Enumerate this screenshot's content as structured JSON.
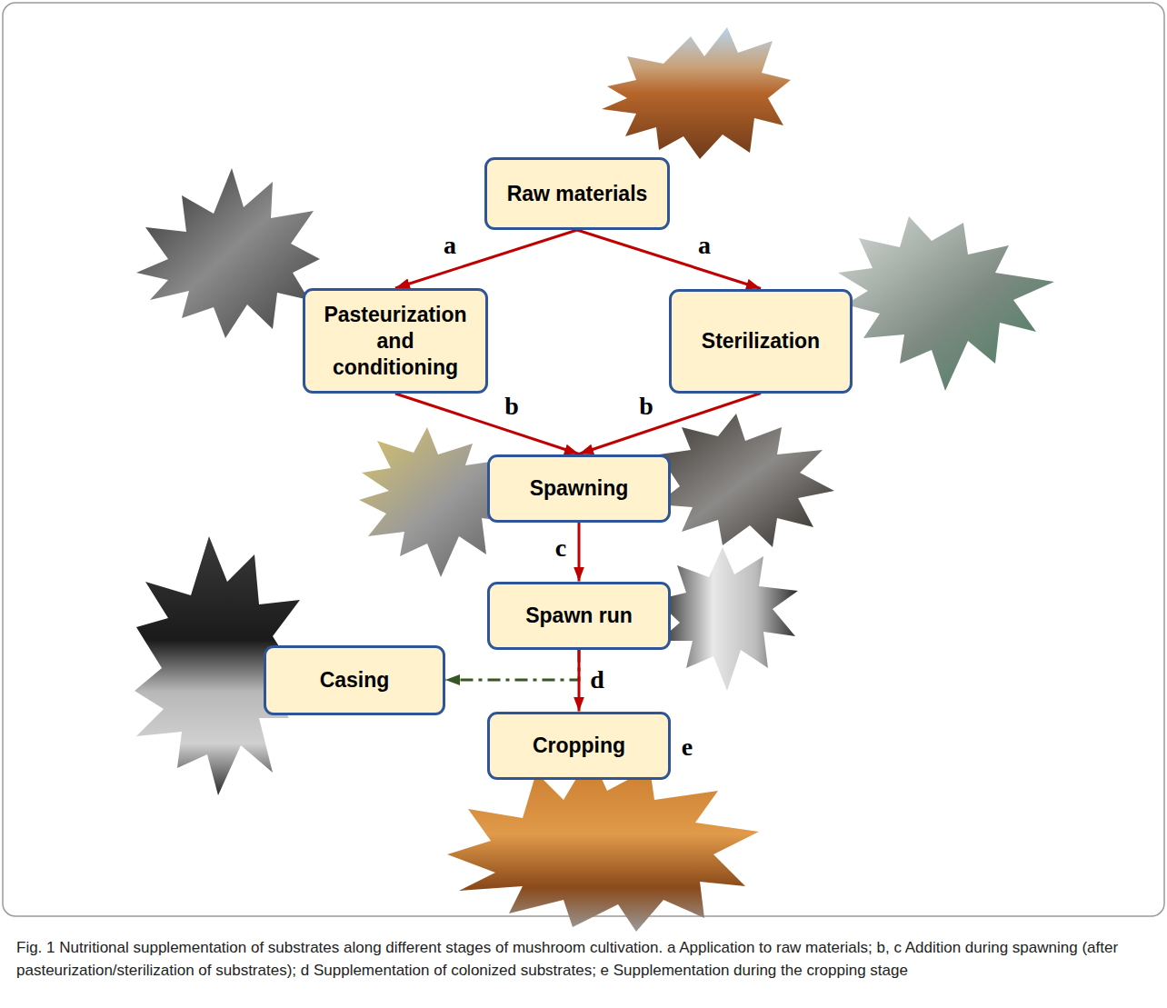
{
  "diagram": {
    "caption": "Fig. 1 Nutritional supplementation of substrates along different stages of mushroom cultivation. a Application to raw materials; b, c Addition during spawning (after pasteurization/sterilization of substrates); d Supplementation of colonized substrates; e Supplementation during the cropping stage",
    "nodes": [
      {
        "text": [
          "Raw materials"
        ]
      },
      {
        "text": [
          "Pasteurization and conditioning"
        ]
      },
      {
        "text": [
          "Sterilization"
        ]
      },
      {
        "text": [
          "Spawning"
        ]
      },
      {
        "text": [
          "Spawn run"
        ]
      },
      {
        "text": [
          "Casing"
        ]
      },
      {
        "text": [
          "Cropping"
        ]
      }
    ],
    "edges": [
      {
        "from": 0,
        "to": 1,
        "arrow": "to",
        "label": "a"
      },
      {
        "from": 0,
        "to": 2,
        "arrow": "to",
        "label": "a"
      },
      {
        "from": 1,
        "to": 3,
        "arrow": "to",
        "label": "b"
      },
      {
        "from": 2,
        "to": 3,
        "arrow": "to",
        "label": "b"
      },
      {
        "from": 3,
        "to": 4,
        "arrow": "to",
        "label": "c"
      },
      {
        "from": 4,
        "to": 6,
        "arrow": "to",
        "label": "d"
      },
      {
        "from": 4,
        "to": 5,
        "arrow": "to"
      }
    ],
    "labels": [
      "e"
    ]
  }
}
